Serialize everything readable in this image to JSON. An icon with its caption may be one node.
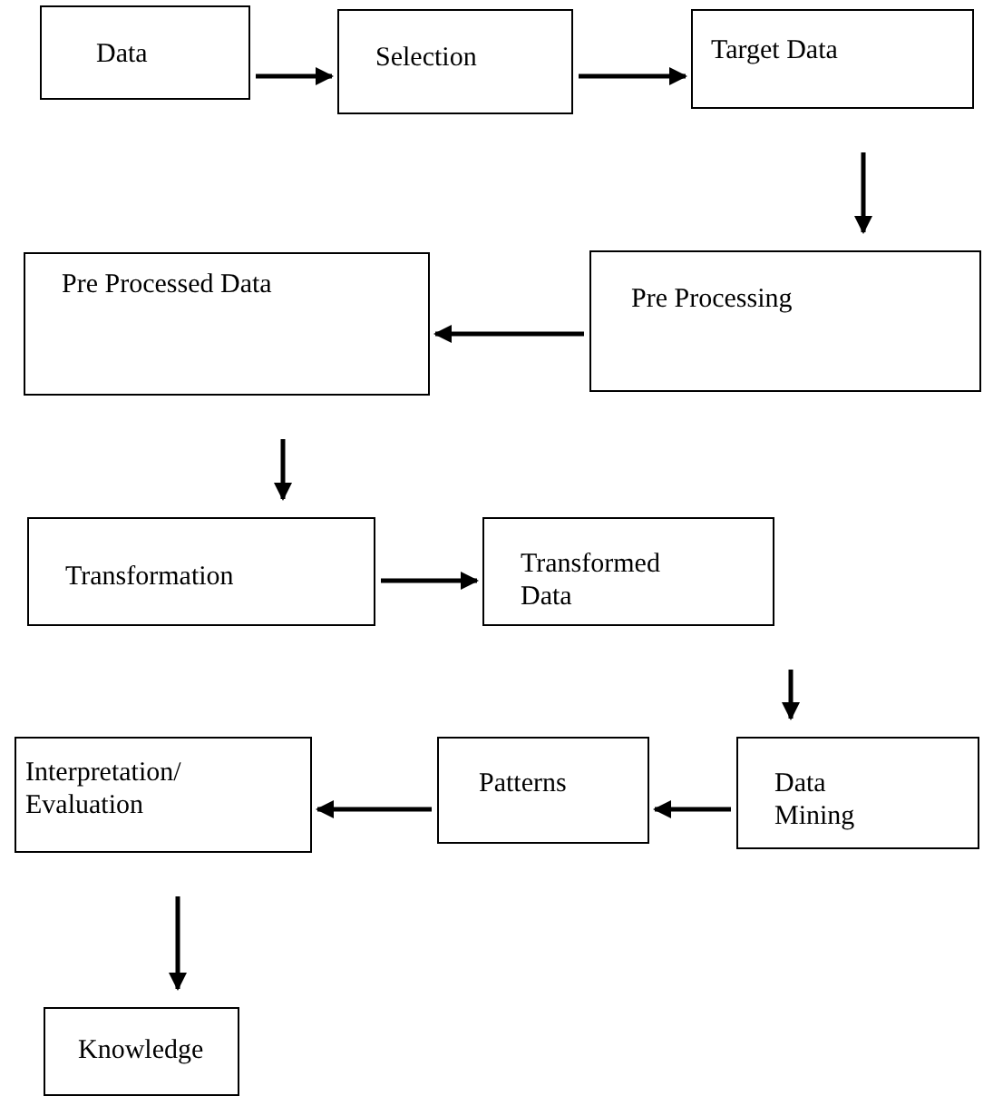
{
  "diagram": {
    "nodes": [
      {
        "text": [
          "Data"
        ]
      },
      {
        "text": [
          "Selection"
        ]
      },
      {
        "text": [
          "Target Data"
        ]
      },
      {
        "text": [
          "Pre Processing"
        ]
      },
      {
        "text": [
          "Pre Processed Data"
        ]
      },
      {
        "text": [
          "Transformation"
        ]
      },
      {
        "text": [
          "Transformed Data"
        ]
      },
      {
        "text": [
          "Data Mining"
        ]
      },
      {
        "text": [
          "Patterns"
        ]
      },
      {
        "text": [
          "Interpretation/ Evaluation"
        ]
      },
      {
        "text": [
          "Knowledge"
        ]
      }
    ],
    "edges": [
      {
        "from": 0,
        "to": 1,
        "arrow": "to"
      },
      {
        "from": 1,
        "to": 2,
        "arrow": "to"
      },
      {
        "from": 2,
        "to": 3,
        "arrow": "to"
      },
      {
        "from": 3,
        "to": 4,
        "arrow": "to"
      },
      {
        "from": 4,
        "to": 5,
        "arrow": "to"
      },
      {
        "from": 5,
        "to": 6,
        "arrow": "to"
      },
      {
        "from": 6,
        "to": 7,
        "arrow": "to"
      },
      {
        "from": 7,
        "to": 8,
        "arrow": "to"
      },
      {
        "from": 8,
        "to": 9,
        "arrow": "to"
      },
      {
        "from": 9,
        "to": 10,
        "arrow": "to"
      }
    ]
  }
}
